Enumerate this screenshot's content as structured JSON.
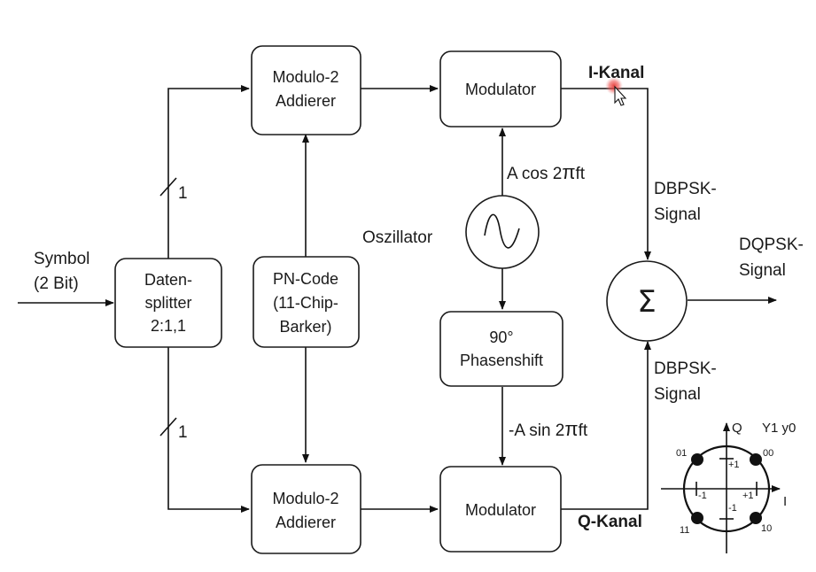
{
  "colors": {
    "line": "#111111",
    "cursor_highlight": "#e53935"
  },
  "input": {
    "label_line1": "Symbol",
    "label_line2": "(2 Bit)"
  },
  "splitter": {
    "line1": "Daten-",
    "line2": "splitter",
    "line3": "2:1,1"
  },
  "bus_width_top": "1",
  "bus_width_bottom": "1",
  "pn_code": {
    "line1": "PN-Code",
    "line2": "(11-Chip-",
    "line3": "Barker)"
  },
  "adder_top": {
    "line1": "Modulo-2",
    "line2": "Addierer"
  },
  "adder_bottom": {
    "line1": "Modulo-2",
    "line2": "Addierer"
  },
  "modulator_top": "Modulator",
  "modulator_bottom": "Modulator",
  "oscillator": {
    "label": "Oszillator",
    "cos_label_prefix": "A cos 2",
    "cos_label_pi": "π",
    "cos_label_suffix": "ft",
    "sin_label_prefix": "-A sin 2",
    "sin_label_pi": "π",
    "sin_label_suffix": "ft",
    "icon": "sine-wave-icon"
  },
  "phase_shift": {
    "line1": "90°",
    "line2": "Phasenshift"
  },
  "i_channel": "I-Kanal",
  "q_channel": "Q-Kanal",
  "dbpsk_top": {
    "line1": "DBPSK-",
    "line2": "Signal"
  },
  "dbpsk_bottom": {
    "line1": "DBPSK-",
    "line2": "Signal"
  },
  "summer": {
    "symbol": "Σ"
  },
  "output": {
    "line1": "DQPSK-",
    "line2": "Signal"
  },
  "constellation": {
    "q_axis": "Q",
    "i_axis": "I",
    "bit_header": "Y1 y0",
    "points": [
      {
        "label": "01",
        "i": -1,
        "q": 1
      },
      {
        "label": "00",
        "i": 1,
        "q": 1
      },
      {
        "label": "11",
        "i": -1,
        "q": -1
      },
      {
        "label": "10",
        "i": 1,
        "q": -1
      }
    ],
    "tick_plus1_q": "+1",
    "tick_minus1_q": "-1",
    "tick_minus1_i": "-1",
    "tick_plus1_i": "+1"
  }
}
